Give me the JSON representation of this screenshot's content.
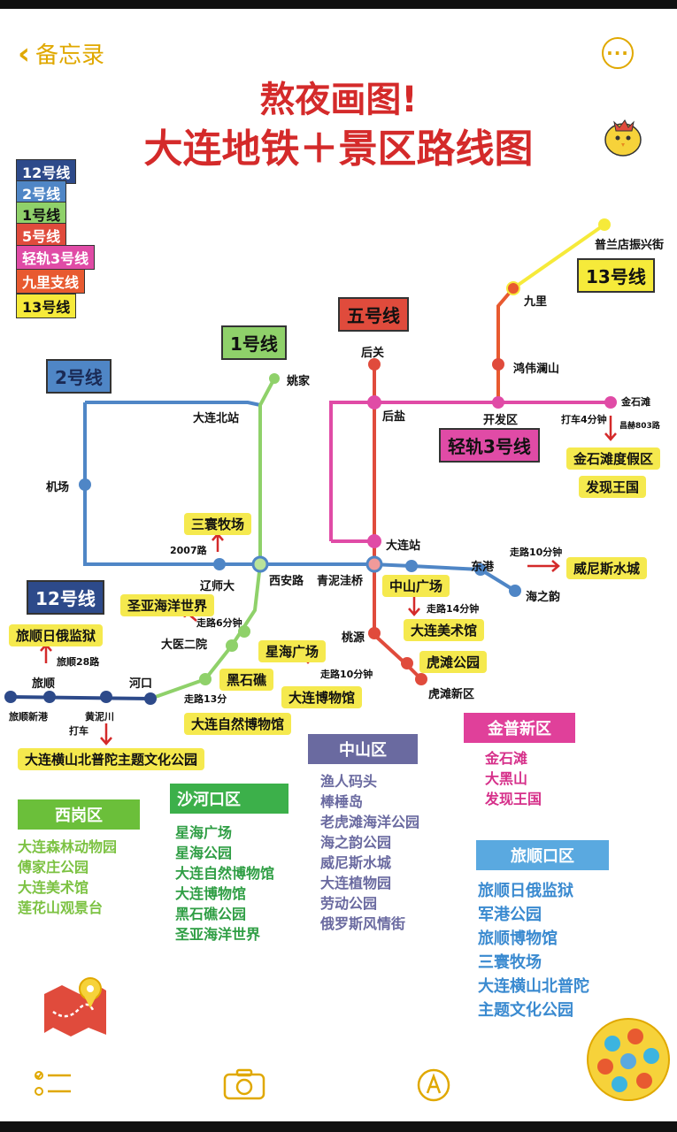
{
  "nav": {
    "back_label": "备忘录",
    "more_label": "···"
  },
  "title": {
    "line1": "熬夜画图!",
    "line2": "大连地铁＋景区路线图"
  },
  "legend": [
    {
      "label": "12号线",
      "color": "#2d4a8a"
    },
    {
      "label": "2号线",
      "color": "#4f86c6"
    },
    {
      "label": "1号线",
      "color": "#8fd16a"
    },
    {
      "label": "5号线",
      "color": "#e04b3c"
    },
    {
      "label": "轻轨3号线",
      "color": "#e04ba6"
    },
    {
      "label": "九里支线",
      "color": "#e85a30"
    },
    {
      "label": "13号线",
      "color": "#f6ea3a"
    }
  ],
  "line_badges": {
    "l1": "1号线",
    "l2": "2号线",
    "l5": "五号线",
    "l12": "12号线",
    "l13": "13号线",
    "l3": "轻轨3号线"
  },
  "stations": {
    "yaojia": "姚家",
    "dalianbei": "大连北站",
    "jichang": "机场",
    "liaoshida": "辽师大",
    "xian": "西安路",
    "qingni": "青泥洼桥",
    "dalianzhan": "大连站",
    "zhongshan": "中山广场",
    "dongang": "东港",
    "haizhiyun": "海之韵",
    "taoyuan": "桃源",
    "hutan": "虎滩公园",
    "hutanxin": "虎滩新区",
    "houguan": "后关",
    "houyan": "后盐",
    "kaifaqu": "开发区",
    "hongwei": "鸿伟澜山",
    "jiuli": "九里",
    "pulan": "普兰店振兴街",
    "jinshitan": "金石滩",
    "lvshun": "旅顺",
    "lvshunxingang": "旅顺新港",
    "huangnichuan": "黄泥川",
    "hekou": "河口",
    "dayi": "大医二院",
    "heishijiao": "黑石礁",
    "xinghai": "星海广场",
    "road2007": "2007路"
  },
  "notes": {
    "walk6": "走路6分钟",
    "walk13": "走路13分",
    "walk10a": "走路10分钟",
    "walk14": "走路14分钟",
    "walk10b": "走路10分钟",
    "taxi4": "打车4分钟",
    "bus803": "昌赫803路",
    "bus28": "旅顺28路",
    "taxi": "打车"
  },
  "attractions": {
    "sanjian": "三寰牧场",
    "shengya": "圣亚海洋世界",
    "lvshunjianyu": "旅顺日俄监狱",
    "hengshan": "大连横山北普陀主题文化公园",
    "ziran": "大连自然博物馆",
    "bowuguan": "大连博物馆",
    "meishuguan": "大连美术馆",
    "weinisi": "威尼斯水城",
    "jinshitan_resort": "金石滩度假区",
    "faxian": "发现王国",
    "zhongshan_sq": "中山广场",
    "xinghai_sq": "星海广场",
    "heishijiao_sq": "黑石礁",
    "hutan_park": "虎滩公园"
  },
  "districts": [
    {
      "name": "西岗区",
      "color": "#6bbf3a",
      "text_color": "#7cc242",
      "items": [
        "大连森林动物园",
        "傅家庄公园",
        "大连美术馆",
        "莲花山观景台"
      ]
    },
    {
      "name": "沙河口区",
      "color": "#3cb04a",
      "text_color": "#2f9e44",
      "items": [
        "星海广场",
        "星海公园",
        "大连自然博物馆",
        "大连博物馆",
        "黑石礁公园",
        "圣亚海洋世界"
      ]
    },
    {
      "name": "中山区",
      "color": "#6a6aa0",
      "text_color": "#6a6aa0",
      "items": [
        "渔人码头",
        "棒棰岛",
        "老虎滩海洋公园",
        "海之韵公园",
        "威尼斯水城",
        "大连植物园",
        "劳动公园",
        "俄罗斯风情街"
      ]
    },
    {
      "name": "金普新区",
      "color": "#e0409a",
      "text_color": "#d6308a",
      "items": [
        "金石滩",
        "大黑山",
        "发现王国"
      ]
    },
    {
      "name": "旅顺口区",
      "color": "#5aa9e0",
      "text_color": "#3a8ad0",
      "items": [
        "旅顺日俄监狱",
        "军港公园",
        "旅顺博物馆",
        "三寰牧场",
        "大连横山北普陀",
        "主题文化公园"
      ]
    }
  ],
  "icons": [
    "chevron-left-icon",
    "more-icon",
    "chick-icon",
    "map-pin-icon",
    "checklist-icon",
    "camera-icon",
    "pen-icon",
    "ball-icon"
  ]
}
